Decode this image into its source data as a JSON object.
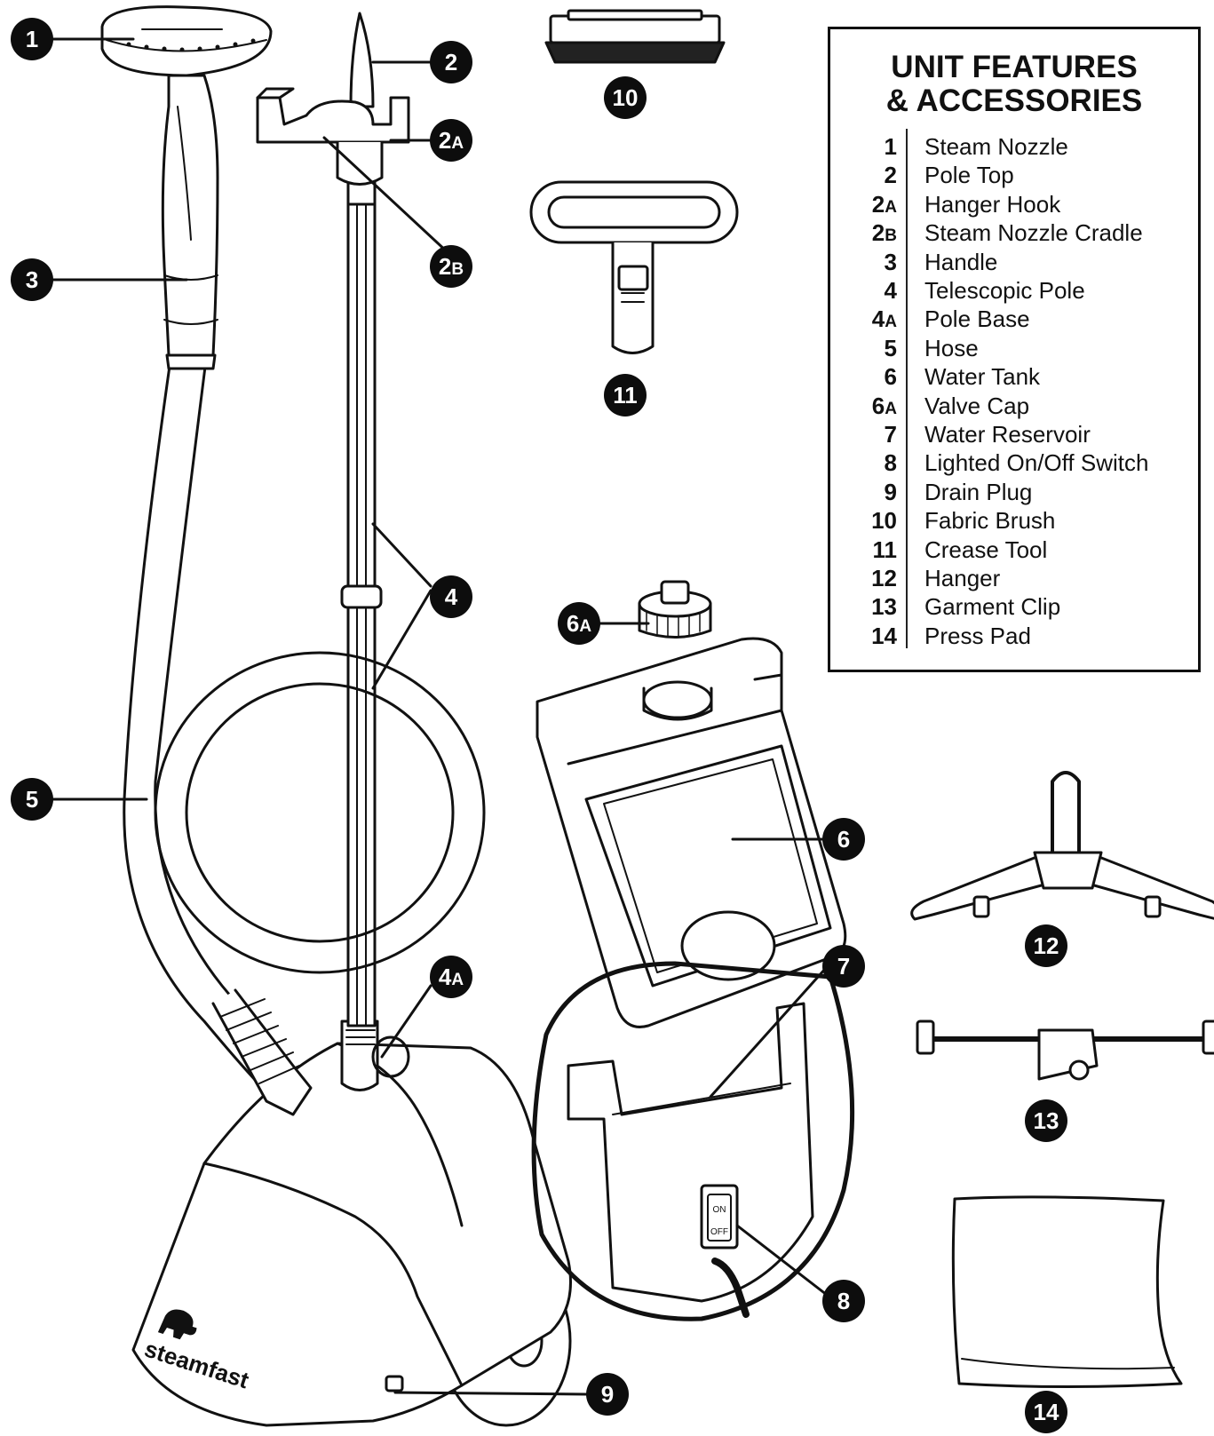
{
  "legend": {
    "title_line1": "UNIT FEATURES",
    "title_line2": "& ACCESSORIES",
    "items": [
      {
        "num": "1",
        "sub": "",
        "label": "Steam Nozzle"
      },
      {
        "num": "2",
        "sub": "",
        "label": "Pole Top"
      },
      {
        "num": "2",
        "sub": "A",
        "label": "Hanger Hook"
      },
      {
        "num": "2",
        "sub": "B",
        "label": "Steam Nozzle Cradle"
      },
      {
        "num": "3",
        "sub": "",
        "label": "Handle"
      },
      {
        "num": "4",
        "sub": "",
        "label": "Telescopic Pole"
      },
      {
        "num": "4",
        "sub": "A",
        "label": "Pole Base"
      },
      {
        "num": "5",
        "sub": "",
        "label": "Hose"
      },
      {
        "num": "6",
        "sub": "",
        "label": "Water Tank"
      },
      {
        "num": "6",
        "sub": "A",
        "label": "Valve Cap"
      },
      {
        "num": "7",
        "sub": "",
        "label": "Water Reservoir"
      },
      {
        "num": "8",
        "sub": "",
        "label": "Lighted On/Off Switch"
      },
      {
        "num": "9",
        "sub": "",
        "label": "Drain Plug"
      },
      {
        "num": "10",
        "sub": "",
        "label": "Fabric Brush"
      },
      {
        "num": "11",
        "sub": "",
        "label": "Crease Tool"
      },
      {
        "num": "12",
        "sub": "",
        "label": "Hanger"
      },
      {
        "num": "13",
        "sub": "",
        "label": "Garment Clip"
      },
      {
        "num": "14",
        "sub": "",
        "label": "Press Pad"
      }
    ]
  },
  "callouts": [
    {
      "num": "1",
      "sub": ""
    },
    {
      "num": "2",
      "sub": ""
    },
    {
      "num": "2",
      "sub": "A"
    },
    {
      "num": "2",
      "sub": "B"
    },
    {
      "num": "3",
      "sub": ""
    },
    {
      "num": "4",
      "sub": ""
    },
    {
      "num": "4",
      "sub": "A"
    },
    {
      "num": "5",
      "sub": ""
    },
    {
      "num": "6",
      "sub": ""
    },
    {
      "num": "6",
      "sub": "A"
    },
    {
      "num": "7",
      "sub": ""
    },
    {
      "num": "8",
      "sub": ""
    },
    {
      "num": "9",
      "sub": ""
    },
    {
      "num": "10",
      "sub": ""
    },
    {
      "num": "11",
      "sub": ""
    },
    {
      "num": "12",
      "sub": ""
    },
    {
      "num": "13",
      "sub": ""
    },
    {
      "num": "14",
      "sub": ""
    }
  ],
  "switch": {
    "on": "ON",
    "off": "OFF"
  },
  "brand": "steamfast",
  "colors": {
    "ink": "#111111",
    "callout": "#0d0d0d",
    "panel_fill": "#ffffff"
  }
}
